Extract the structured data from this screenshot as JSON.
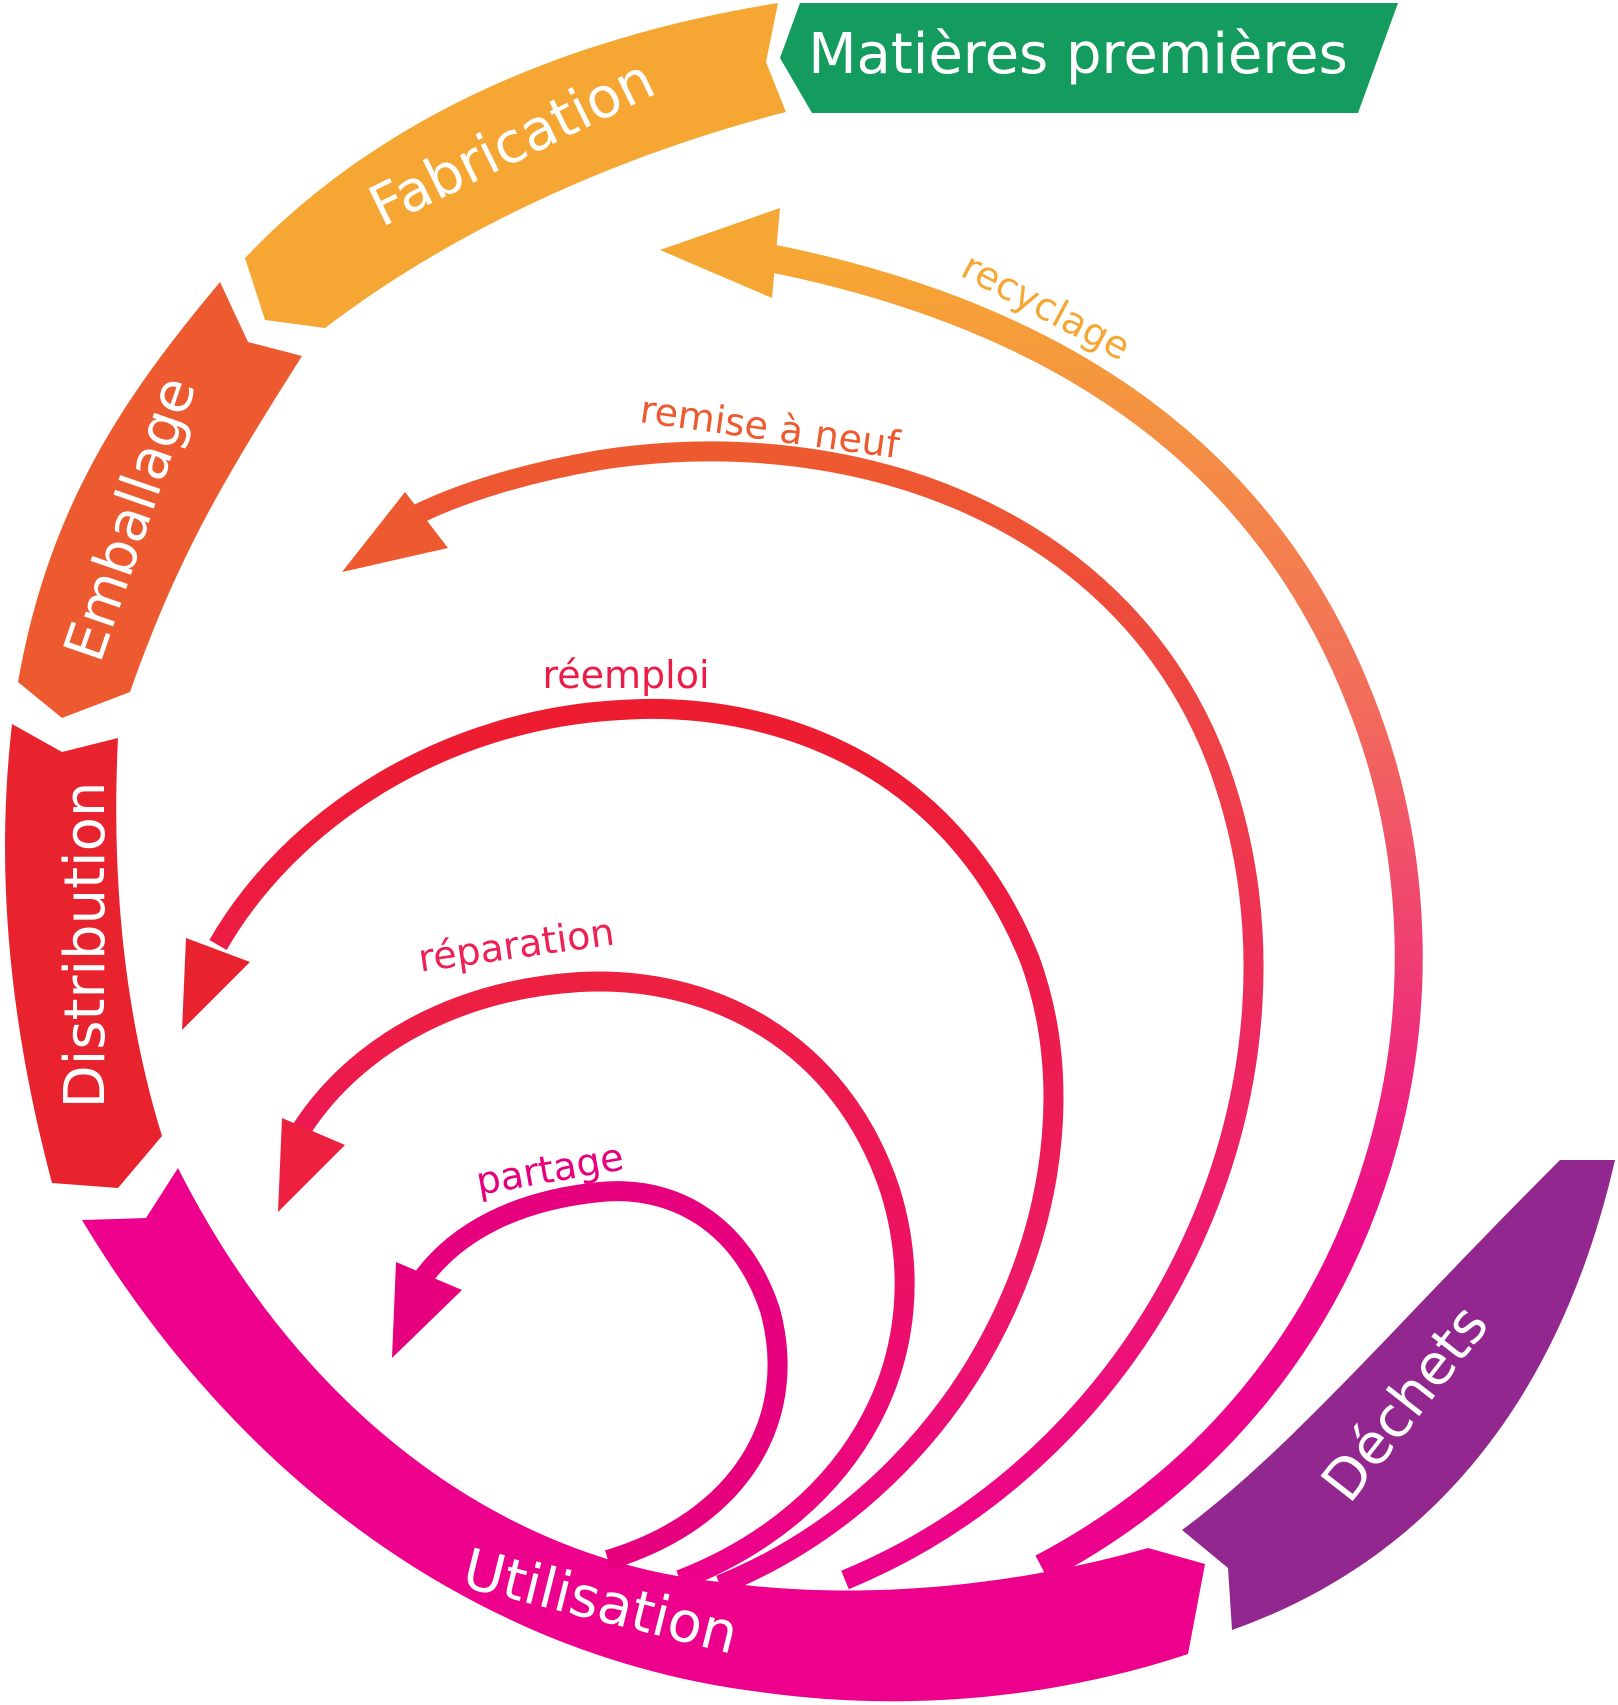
{
  "colors": {
    "matieres": "#139c5e",
    "fabrication": "#f6a733",
    "emballage": "#ee5a2f",
    "distribution": "#e8232e",
    "utilisation": "#ec008c",
    "dechets": "#92278f",
    "reemploi": "#ed1c46",
    "reparation": "#ee2156",
    "partage": "#e6007e",
    "white": "#ffffff"
  },
  "stages": {
    "matieres": "Matières premières",
    "fabrication": "Fabrication",
    "emballage": "Emballage",
    "distribution": "Distribution",
    "utilisation": "Utilisation",
    "dechets": "Déchets"
  },
  "loops": {
    "recyclage": "recyclage",
    "remise": "remise à neuf",
    "reemploi": "réemploi",
    "reparation": "réparation",
    "partage": "partage"
  }
}
